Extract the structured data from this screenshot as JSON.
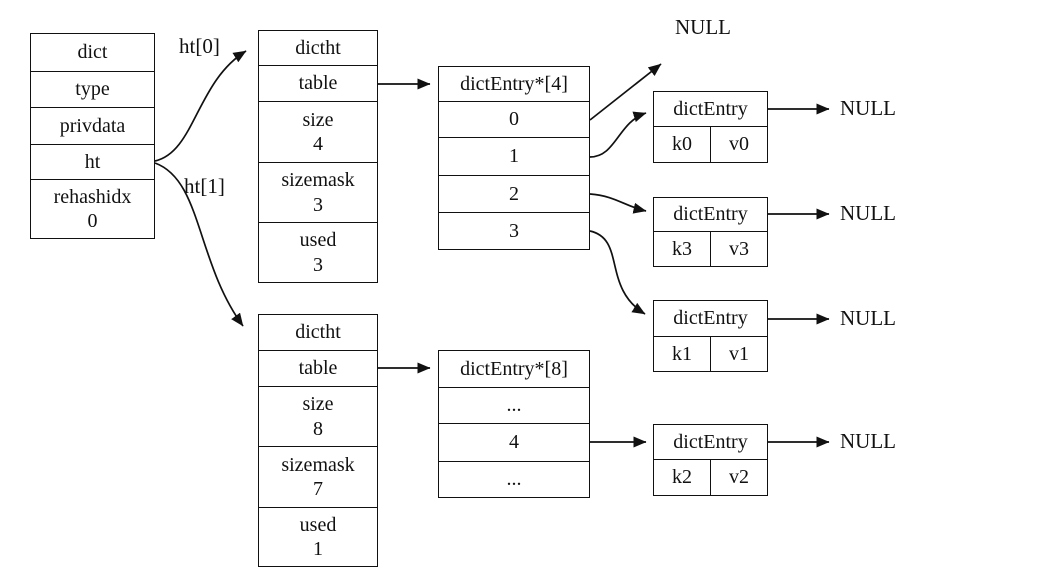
{
  "colors": {
    "stroke": "#000000",
    "background": "#ffffff"
  },
  "dict_box": {
    "rows": [
      {
        "label": "dict"
      },
      {
        "label": "type"
      },
      {
        "label": "privdata"
      },
      {
        "label": "ht"
      },
      {
        "label": "rehashidx",
        "value": "0"
      }
    ]
  },
  "edges": {
    "ht0_label": "ht[0]",
    "ht1_label": "ht[1]"
  },
  "hash_tables": [
    {
      "title": "dictht",
      "rows": [
        {
          "label": "table"
        },
        {
          "label": "size",
          "value": "4"
        },
        {
          "label": "sizemask",
          "value": "3"
        },
        {
          "label": "used",
          "value": "3"
        }
      ]
    },
    {
      "title": "dictht",
      "rows": [
        {
          "label": "table"
        },
        {
          "label": "size",
          "value": "8"
        },
        {
          "label": "sizemask",
          "value": "7"
        },
        {
          "label": "used",
          "value": "1"
        }
      ]
    }
  ],
  "bucket_arrays": [
    {
      "title": "dictEntry*[4]",
      "slots": [
        "0",
        "1",
        "2",
        "3"
      ]
    },
    {
      "title": "dictEntry*[8]",
      "slots": [
        "...",
        "4",
        "..."
      ]
    }
  ],
  "entries": [
    {
      "title": "dictEntry",
      "key": "k0",
      "value": "v0",
      "next": "NULL"
    },
    {
      "title": "dictEntry",
      "key": "k3",
      "value": "v3",
      "next": "NULL"
    },
    {
      "title": "dictEntry",
      "key": "k1",
      "value": "v1",
      "next": "NULL"
    },
    {
      "title": "dictEntry",
      "key": "k2",
      "value": "v2",
      "next": "NULL"
    }
  ],
  "null_pointer_top": "NULL"
}
